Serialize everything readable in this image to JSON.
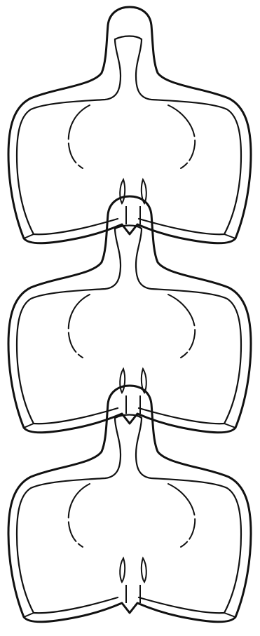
{
  "figure": {
    "background_color": "#ffffff",
    "ink_color": "#111111",
    "segment_count": 3,
    "segments": [
      {
        "index": 1,
        "has_rounded_head": true
      },
      {
        "index": 2,
        "has_rounded_head": false
      },
      {
        "index": 3,
        "has_rounded_head": false
      }
    ]
  }
}
